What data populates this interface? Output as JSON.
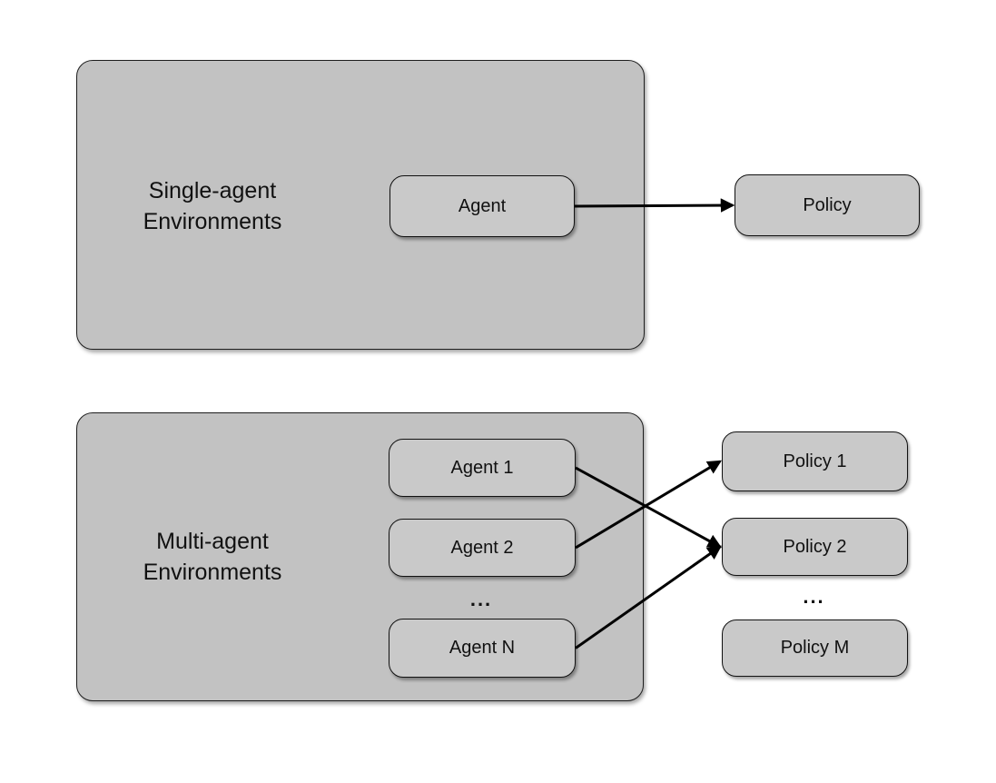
{
  "colors": {
    "container_fill": "#c2c2c2",
    "node_fill": "#c9c9c9",
    "border": "#111111",
    "arrow": "#000000"
  },
  "sections": {
    "single": {
      "label_lines": [
        "Single-agent",
        "Environments"
      ]
    },
    "multi": {
      "label_lines": [
        "Multi-agent",
        "Environments"
      ]
    }
  },
  "nodes": {
    "agent": {
      "label": "Agent"
    },
    "policy": {
      "label": "Policy"
    },
    "agent-1": {
      "label": "Agent 1"
    },
    "agent-2": {
      "label": "Agent 2"
    },
    "agent-n": {
      "label": "Agent N"
    },
    "policy-1": {
      "label": "Policy 1"
    },
    "policy-2": {
      "label": "Policy 2"
    },
    "policy-m": {
      "label": "Policy M"
    }
  },
  "ellipsis": {
    "agents": "...",
    "policies": "..."
  },
  "connections": [
    {
      "from": "agent",
      "to": "policy"
    },
    {
      "from": "agent-1",
      "to": "policy-2"
    },
    {
      "from": "agent-2",
      "to": "policy-1"
    },
    {
      "from": "agent-n",
      "to": "policy-2"
    }
  ]
}
